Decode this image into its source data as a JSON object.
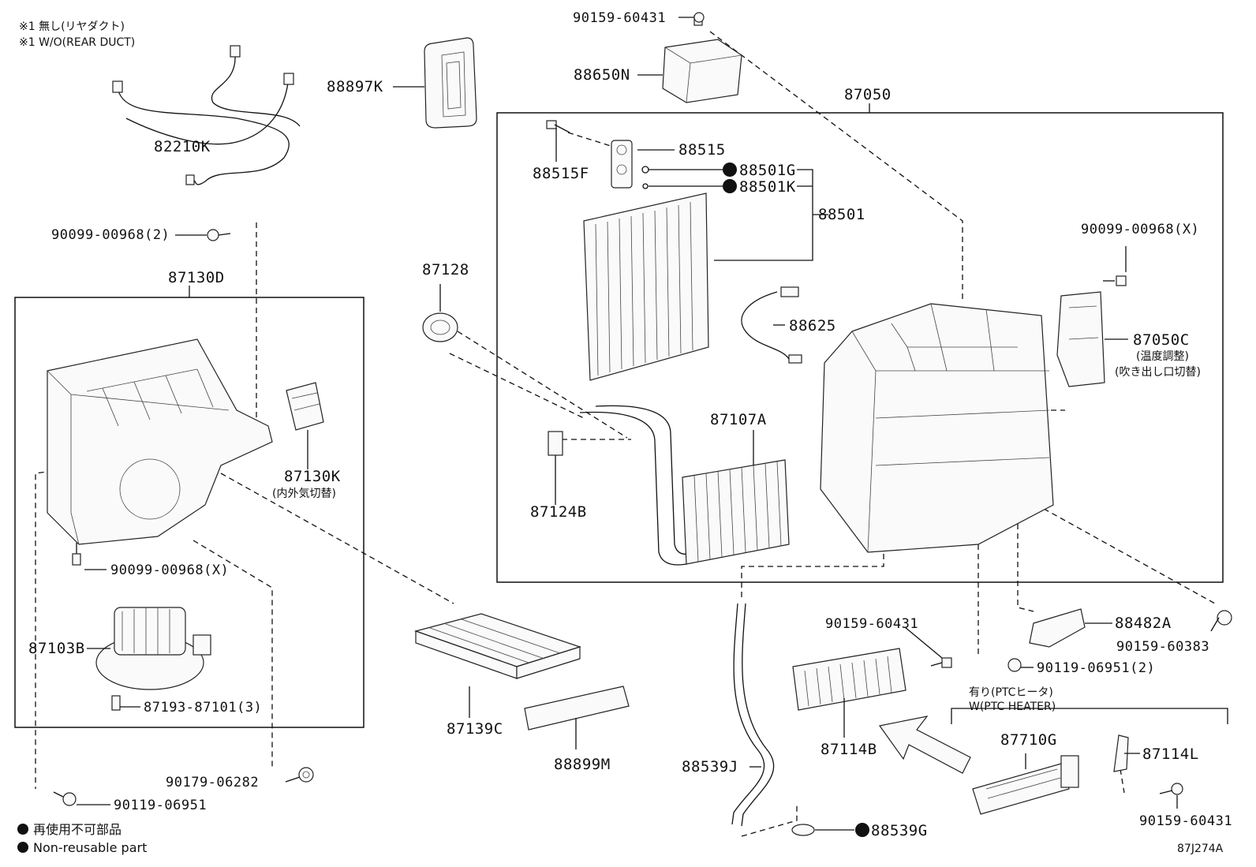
{
  "notes": {
    "line1": "※1 無し(リヤダクト)",
    "line2": "※1 W/O(REAR DUCT)"
  },
  "legend": {
    "jp": "再使用不可部品",
    "en": "Non-reusable part"
  },
  "figure_id": "87J274A",
  "ptc": {
    "jp": "有り(PTCヒータ)",
    "en": "W(PTC HEATER)"
  },
  "labels": {
    "p82210K": "82210K",
    "p88897K": "88897K",
    "p90159_60431_top": "90159-60431",
    "p88650N": "88650N",
    "p87050": "87050",
    "p88515": "88515",
    "p88515F": "88515F",
    "p88501G": "88501G",
    "p88501K": "88501K",
    "p88501": "88501",
    "p90099_00968_2": "90099-00968(2)",
    "p87130D": "87130D",
    "p87128": "87128",
    "p88625": "88625",
    "p90099_00968_X_right": "90099-00968(X)",
    "p87050C": "87050C",
    "p87050C_sub1": "(温度調整)",
    "p87050C_sub2": "(吹き出し口切替)",
    "p87107A": "87107A",
    "p87130K": "87130K",
    "p87130K_sub": "(内外気切替)",
    "p87124B": "87124B",
    "p90099_00968_X_left": "90099-00968(X)",
    "p87103B": "87103B",
    "p87193_87101_3": "87193-87101(3)",
    "p88482A": "88482A",
    "p90159_60383": "90159-60383",
    "p90159_60431_mid": "90159-60431",
    "p90119_06951_2": "90119-06951(2)",
    "p87139C": "87139C",
    "p88899M": "88899M",
    "p87114B": "87114B",
    "p87710G": "87710G",
    "p87114L": "87114L",
    "p88539J": "88539J",
    "p90179_06282": "90179-06282",
    "p90119_06951": "90119-06951",
    "p90159_60431_low": "90159-60431",
    "p88539G": "88539G"
  }
}
